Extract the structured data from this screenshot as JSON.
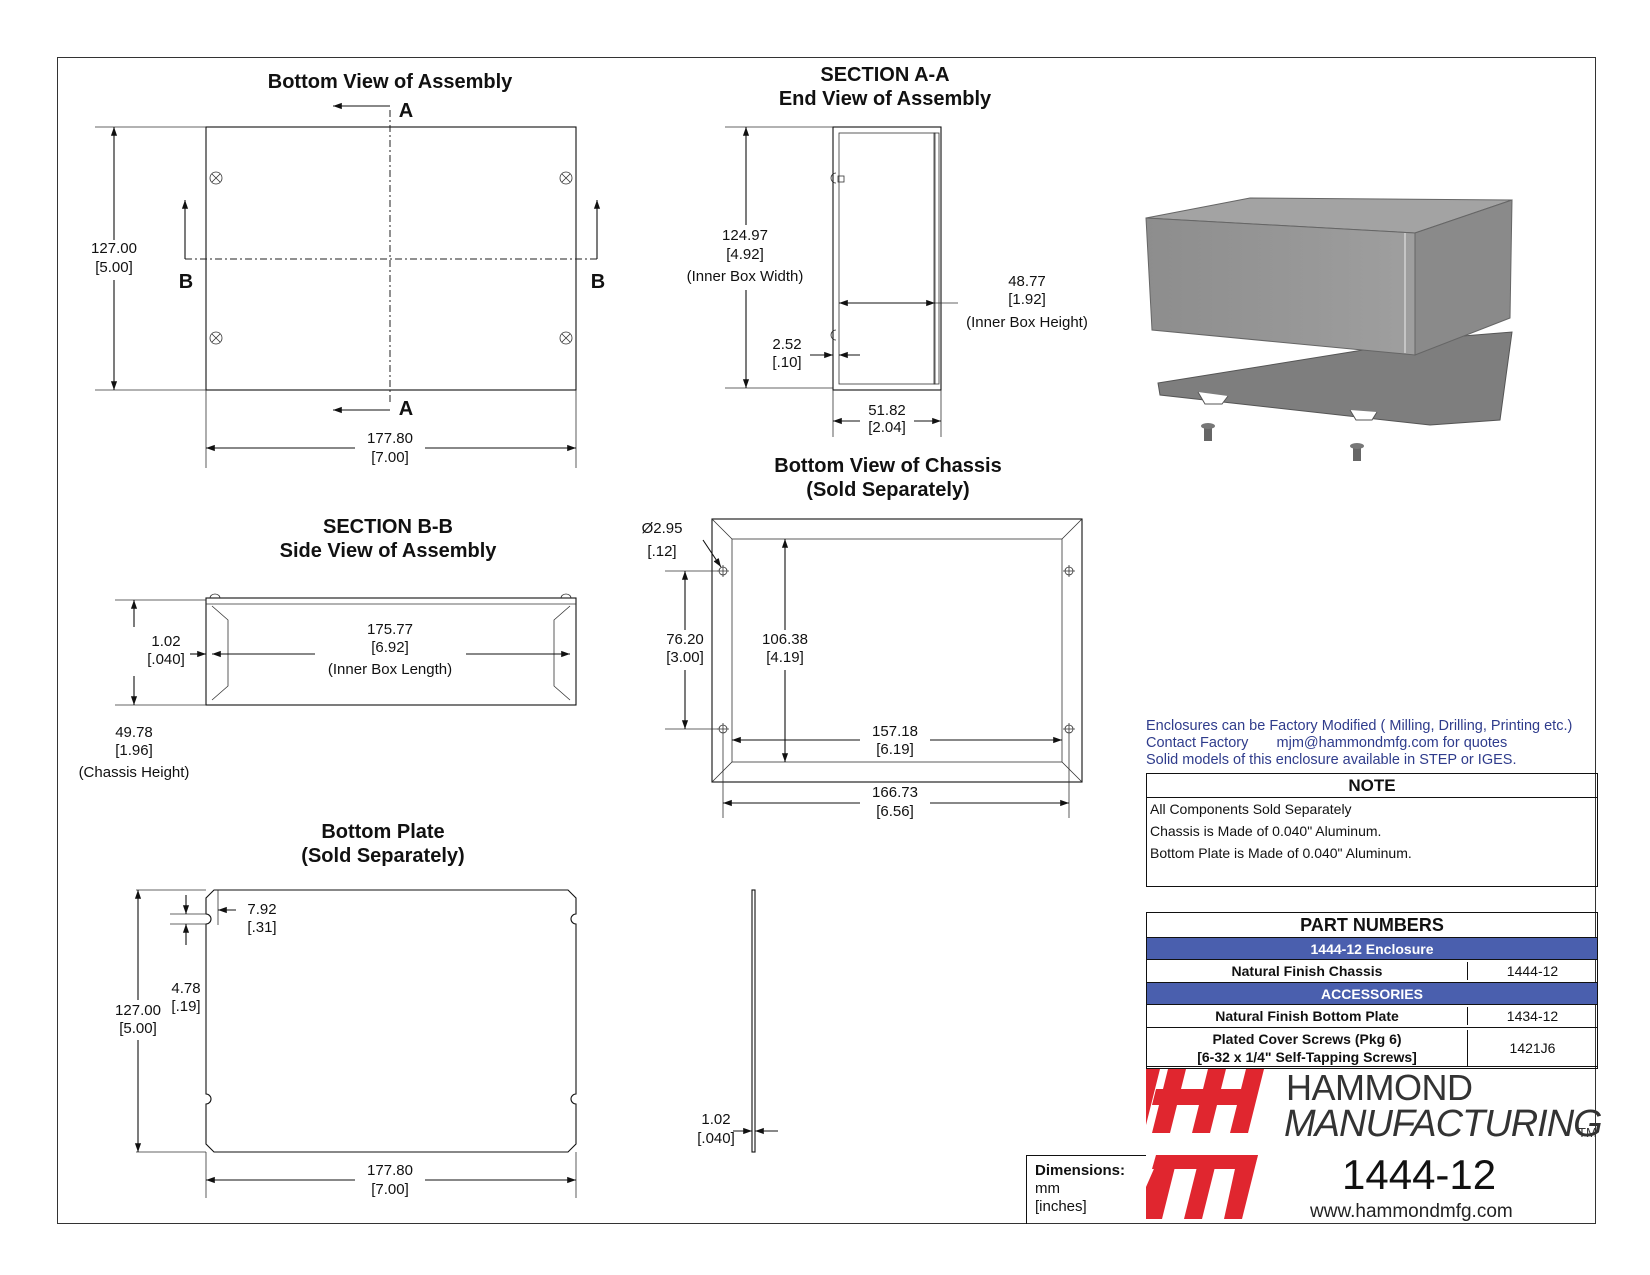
{
  "views": {
    "bottom_assembly": {
      "title": "Bottom View of Assembly",
      "section_a": "A",
      "section_b": "B",
      "height_mm": "127.00",
      "height_in": "[5.00]",
      "width_mm": "177.80",
      "width_in": "[7.00]"
    },
    "section_aa": {
      "title1": "SECTION A-A",
      "title2": "End View of Assembly",
      "inner_width_mm": "124.97",
      "inner_width_in": "[4.92]",
      "inner_width_label": "(Inner Box Width)",
      "inner_height_mm": "48.77",
      "inner_height_in": "[1.92]",
      "inner_height_label": "(Inner Box Height)",
      "small_mm": "2.52",
      "small_in": "[.10]",
      "outer_mm": "51.82",
      "outer_in": "[2.04]"
    },
    "section_bb": {
      "title1": "SECTION B-B",
      "title2": "Side View of Assembly",
      "thick_mm": "1.02",
      "thick_in": "[.040]",
      "inner_len_mm": "175.77",
      "inner_len_in": "[6.92]",
      "inner_len_label": "(Inner Box Length)",
      "chassis_h_mm": "49.78",
      "chassis_h_in": "[1.96]",
      "chassis_h_label": "(Chassis Height)"
    },
    "bottom_chassis": {
      "title1": "Bottom View of Chassis",
      "title2": "(Sold Separately)",
      "hole_mm": "Ø2.95",
      "hole_in": "[.12]",
      "hole_spacing_mm": "76.20",
      "hole_spacing_in": "[3.00]",
      "inner_mm": "106.38",
      "inner_in": "[4.19]",
      "hole_width_mm": "157.18",
      "hole_width_in": "[6.19]",
      "outer_mm": "166.73",
      "outer_in": "[6.56]"
    },
    "bottom_plate": {
      "title1": "Bottom Plate",
      "title2": "(Sold Separately)",
      "notch1_mm": "7.92",
      "notch1_in": "[.31]",
      "notch2_mm": "4.78",
      "notch2_in": "[.19]",
      "height_mm": "127.00",
      "height_in": "[5.00]",
      "width_mm": "177.80",
      "width_in": "[7.00]",
      "thick_mm": "1.02",
      "thick_in": "[.040]"
    }
  },
  "messages": {
    "line1": "Enclosures can be Factory Modified ( Milling, Drilling, Printing etc.)",
    "line2": "Contact Factory       mjm@hammondmfg.com for quotes",
    "line3": "Solid models of this enclosure available in STEP or IGES."
  },
  "note": {
    "heading": "NOTE",
    "lines": [
      "All Components Sold Separately",
      "Chassis is Made of 0.040\" Aluminum.",
      "Bottom Plate is Made of 0.040\" Aluminum."
    ]
  },
  "part_numbers": {
    "heading": "PART NUMBERS",
    "group1": "1444-12 Enclosure",
    "chassis_desc": "Natural Finish Chassis",
    "chassis_pn": "1444-12",
    "group2": "ACCESSORIES",
    "plate_desc": "Natural Finish Bottom Plate",
    "plate_pn": "1434-12",
    "screws_desc1": "Plated Cover Screws (Pkg 6)",
    "screws_desc2": "[6-32 x 1/4\" Self-Tapping Screws]",
    "screws_pn": "1421J6"
  },
  "dimensions_legend": {
    "label": "Dimensions:",
    "unit1": "mm",
    "unit2": "[inches]"
  },
  "brand": {
    "name1": "HAMMOND",
    "name2": "MANUFACTURING",
    "tm": "TM",
    "model": "1444-12",
    "website": "www.hammondmfg.com"
  },
  "colors": {
    "logo_red": "#e0262f",
    "table_band": "#4a5fae",
    "message_blue": "#2f3c8c"
  }
}
